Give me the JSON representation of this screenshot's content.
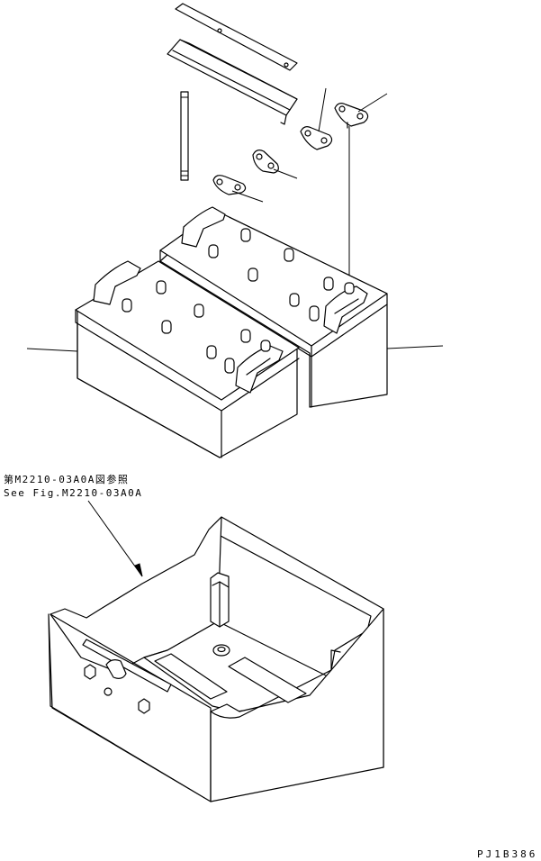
{
  "reference": {
    "japanese": "第M2210-03A0A図参照",
    "english": "See Fig.M2210-03A0A"
  },
  "drawing_code": "PJ1B386"
}
